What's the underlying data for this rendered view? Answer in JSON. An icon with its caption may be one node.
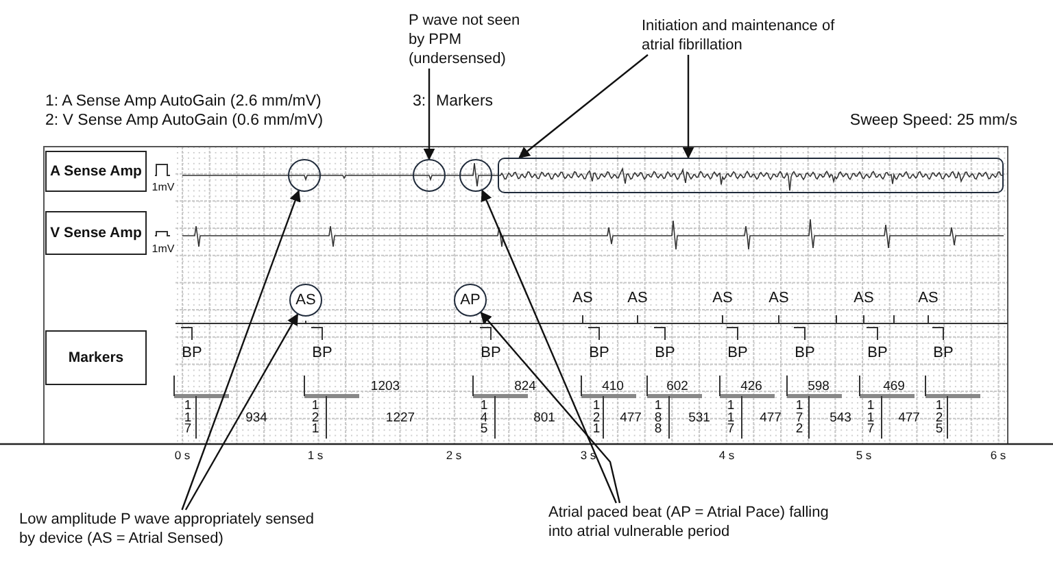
{
  "diagram": {
    "nodes": [
      {
        "text": [
          "A Sense Amp"
        ],
        "beside": [
          "1mV"
        ]
      },
      {
        "text": [
          "V Sense Amp"
        ],
        "beside": [
          "1mV"
        ]
      },
      {
        "text": [
          "Markers"
        ]
      },
      {
        "text": [
          "P wave not seen by PPM (undersensed)"
        ]
      },
      {
        "text": [
          "Initiation and maintenance of atrial fibrillation"
        ]
      },
      {
        "text": [
          "Low amplitude P wave appropriately sensed by device (AS = Atrial Sensed)"
        ]
      },
      {
        "text": [
          "Atrial paced beat (AP = Atrial Pace) falling into atrial vulnerable period"
        ]
      },
      {
        "text": [],
        "shape": "circle"
      },
      {
        "text": [],
        "shape": "circle"
      },
      {
        "text": [],
        "shape": "circle"
      },
      {
        "text": [],
        "shape": "box"
      },
      {
        "text": [
          "AS"
        ]
      },
      {
        "text": [
          "AP"
        ]
      }
    ],
    "edges": [
      {
        "from": 3,
        "to": 8,
        "arrow": "to"
      },
      {
        "from": 4,
        "to": 10,
        "arrow": "to"
      },
      {
        "from": 4,
        "to": 10,
        "arrow": "to"
      },
      {
        "from": 5,
        "to": 7,
        "arrow": "to"
      },
      {
        "from": 5,
        "to": 11,
        "arrow": "to"
      },
      {
        "from": 6,
        "to": 9,
        "arrow": "to"
      },
      {
        "from": 6,
        "to": 12,
        "arrow": "to"
      }
    ],
    "labels": [
      "1: A Sense Amp AutoGain (2.6 mm/mV)",
      "2: V Sense Amp AutoGain (0.6 mm/mV)",
      "3:",
      "Markers",
      "Sweep Speed: 25 mm/s",
      "AS",
      "AS",
      "AS",
      "AS",
      "AS",
      "AS",
      "BP",
      "BP",
      "BP",
      "BP",
      "BP",
      "BP",
      "BP",
      "BP",
      "BP",
      "1203",
      "824",
      "410",
      "602",
      "426",
      "598",
      "469",
      "117",
      "934",
      "121",
      "1227",
      "145",
      "801",
      "121",
      "477",
      "188",
      "531",
      "117",
      "477",
      "172",
      "543",
      "117",
      "477",
      "125",
      "0 s",
      "1 s",
      "2 s",
      "3 s",
      "4 s",
      "5 s",
      "6 s"
    ]
  }
}
